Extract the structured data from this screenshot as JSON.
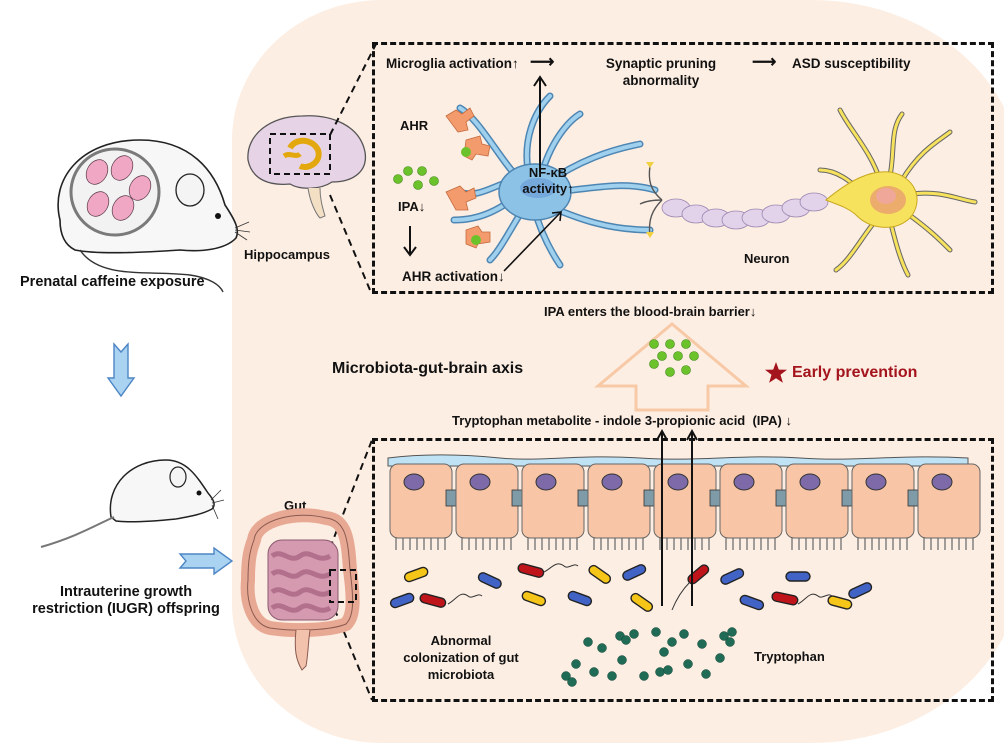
{
  "figure": {
    "left_column": {
      "top_caption": "Prenatal caffeine exposure",
      "bottom_caption_line1": "Intrauterine growth",
      "bottom_caption_line2": "restriction (IUGR) offspring"
    },
    "brain": {
      "region_label": "Hippocampus",
      "pathway": {
        "step1": "Microglia activation↑",
        "arrow": "⟶",
        "step2_line1": "Synaptic pruning",
        "step2_line2": "abnormality",
        "step3": "ASD susceptibility"
      },
      "ahr_label": "AHR",
      "ipa_label": "IPA↓",
      "ahr_activation": "AHR activation↓",
      "nfkb_line1": "NF-κB",
      "nfkb_line2": "activity↑",
      "neuron_label": "Neuron"
    },
    "axis": {
      "bbb_label": "IPA enters the blood-brain barrier↓",
      "axis_label": "Microbiota-gut-brain axis",
      "prevention_label": "Early prevention",
      "metabolite_label": "Tryptophan metabolite - indole 3-propionic acid  (IPA) ↓"
    },
    "gut": {
      "region_label": "Gut",
      "colonization_line1": "Abnormal",
      "colonization_line2": "colonization of gut",
      "colonization_line3": "microbiota",
      "tryptophan_label": "Tryptophan"
    },
    "colors": {
      "panel_bg": "#fdeee3",
      "prevention_red": "#a3141c",
      "ipa_green": "#6cc22a",
      "tryptophan_teal": "#1f6b55",
      "microglia_blue": "#8cc2e6",
      "neuron_yellow": "#f6e25c",
      "arrow_blue": "#a9d3f0",
      "axis_arrow_outline": "#f7c9a6"
    }
  }
}
